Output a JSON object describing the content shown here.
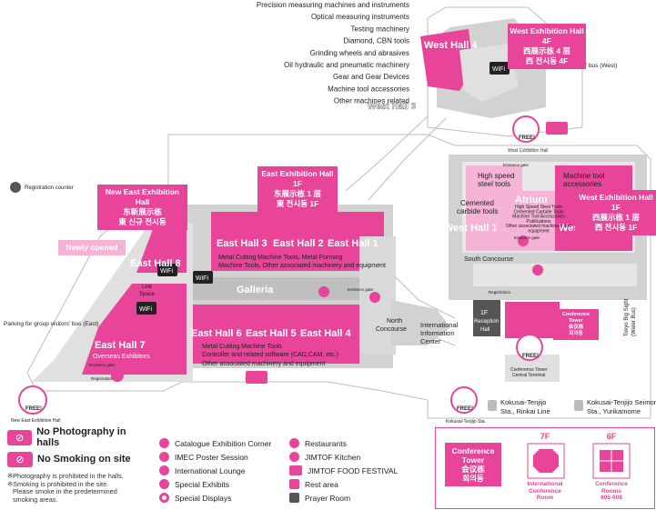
{
  "west_hall_4_categories": [
    "Precision measuring machines and instruments",
    "Optical measuring instruments",
    "Testing machinery",
    "Diamond, CBN tools",
    "Grinding wheels and abrasives",
    "Oil hydraulic and pneumatic machinery",
    "Gear and Gear Devices",
    "Machine tool accessories",
    "Other machines related"
  ],
  "callouts": {
    "west4f": [
      "West Exhibition Hall 4F",
      "西展示栋 4 层",
      "西 전시동 4F"
    ],
    "newEast": [
      "New East Exhibition Hall",
      "东新展示栋",
      "東 신규 전시동"
    ],
    "east1f": [
      "East Exhibition Hall 1F",
      "东展示栋 1 层",
      "東 전시동 1F"
    ],
    "west1f": [
      "West Exhibition Hall 1F",
      "西展示栋 1 层",
      "西 전시동 1F"
    ],
    "newlyOpened": "Newly opened",
    "confTowerCallout": [
      "Conference Tower",
      "会议栋",
      "회의동"
    ]
  },
  "halls": {
    "west4": "West Hall 4",
    "west3": "West Hall 3",
    "west1": "West Hall 1",
    "west2": "West Hall 2",
    "east1": "East Hall 1",
    "east2": "East Hall 2",
    "east3": "East Hall 3",
    "east4": "East Hall 4",
    "east5": "East Hall 5",
    "east6": "East Hall 6",
    "east7": "East Hall 7",
    "east8": "East Hall 8",
    "atrium": "Atrium",
    "galleria": "Galleria"
  },
  "labels": {
    "registrationCounter": "Registration counter",
    "parkingWest": "Parking for group visitors' bus (West)",
    "parkingEast": "Parking for group visitors' bus (East)",
    "westHallSign": "West Exhibition Hall",
    "highSpeed": [
      "High speed",
      "steel tools"
    ],
    "machineAcc": [
      "Machine tool",
      "accessories"
    ],
    "cemented": [
      "Cemented",
      "carbide tools"
    ],
    "atriumList": [
      "High Speed Steel Tools",
      "Cemented Carbide Tools",
      "Machine Tool Accessories",
      "Publications",
      "Other associated machinery and",
      "equipment"
    ],
    "eastUpper": [
      "Metal Cutting Machine Tools, Metal Forming",
      "Machine Tools, Other associated machinery and equipment"
    ],
    "eastLower": [
      "Metal Cutting Machine Tools",
      "Controller and related software (CAD,CAM, etc.)",
      "Other associated machinery and equipment"
    ],
    "outsideEx": [
      "East Hall 7",
      "Overseas Exhibitors"
    ],
    "linkSpace": [
      "Link",
      "Space"
    ],
    "entranceGate": "Entrance gate",
    "registration": "Registration",
    "southConcourse": "South Concourse",
    "northConcourse": [
      "North",
      "Concourse"
    ],
    "infoCenter": [
      "International",
      "Information",
      "Center"
    ],
    "receptionHall": [
      "1F",
      "Reception",
      "Hall"
    ],
    "confTowerCentral": [
      "Conference Tower",
      "Central Terminal"
    ],
    "tokyoBigSight": [
      "Tokyo Big Sight",
      "(Water Bus)"
    ],
    "kokusaiTenjijo": [
      "Kokusai-Tenjijo",
      "Sta., Rinkai Line"
    ],
    "kokusaiSeimon": [
      "Kokusai-Tenjijo Seimon",
      "Sta., Yurikamome"
    ],
    "kokusaiSta": "Kokusai-Tenjijo Sta.",
    "newEastHallBus": "New East Exhibition Hall",
    "free": "FREE!",
    "wifi": "WiFi"
  },
  "warnings": {
    "noPhoto": "No Photography in halls",
    "noSmoke": "No Smoking on site",
    "note1": "※Photography is prohibited in the halls.",
    "note2": [
      "※Smoking is prohibited in the site.",
      "Please smoke in the predetermined",
      "smoking areas."
    ]
  },
  "legend": [
    {
      "label": "Catalogue Exhibition Corner",
      "icon": "book-icon"
    },
    {
      "label": "IMEC Poster Session",
      "icon": "poster-icon"
    },
    {
      "label": "International Lounge",
      "icon": "lounge-icon"
    },
    {
      "label": "Special Exhibits",
      "icon": "special-exhibit-icon"
    },
    {
      "label": "Special Displays",
      "icon": "special-display-icon"
    },
    {
      "label": "Restaurants",
      "icon": "restaurant-icon"
    },
    {
      "label": "JIMTOF Kitchen",
      "icon": "kitchen-icon"
    },
    {
      "label": "JIMTOF FOOD FESTIVAL",
      "icon": "food-truck-icon"
    },
    {
      "label": "Rest area",
      "icon": "rest-area-icon"
    },
    {
      "label": "Prayer Room",
      "icon": "prayer-room-icon"
    }
  ],
  "conference": {
    "title": [
      "Conference",
      "Tower",
      "会议栋",
      "회의동"
    ],
    "floor7": "7F",
    "floor6": "6F",
    "room7": [
      "International",
      "Conference",
      "Room"
    ],
    "room6": [
      "Conference",
      "Rooms",
      "605-608"
    ]
  },
  "colors": {
    "accent": "#e8449a",
    "light": "#f5b3d5",
    "building": "#d2d2d2",
    "dark": "#555555"
  }
}
